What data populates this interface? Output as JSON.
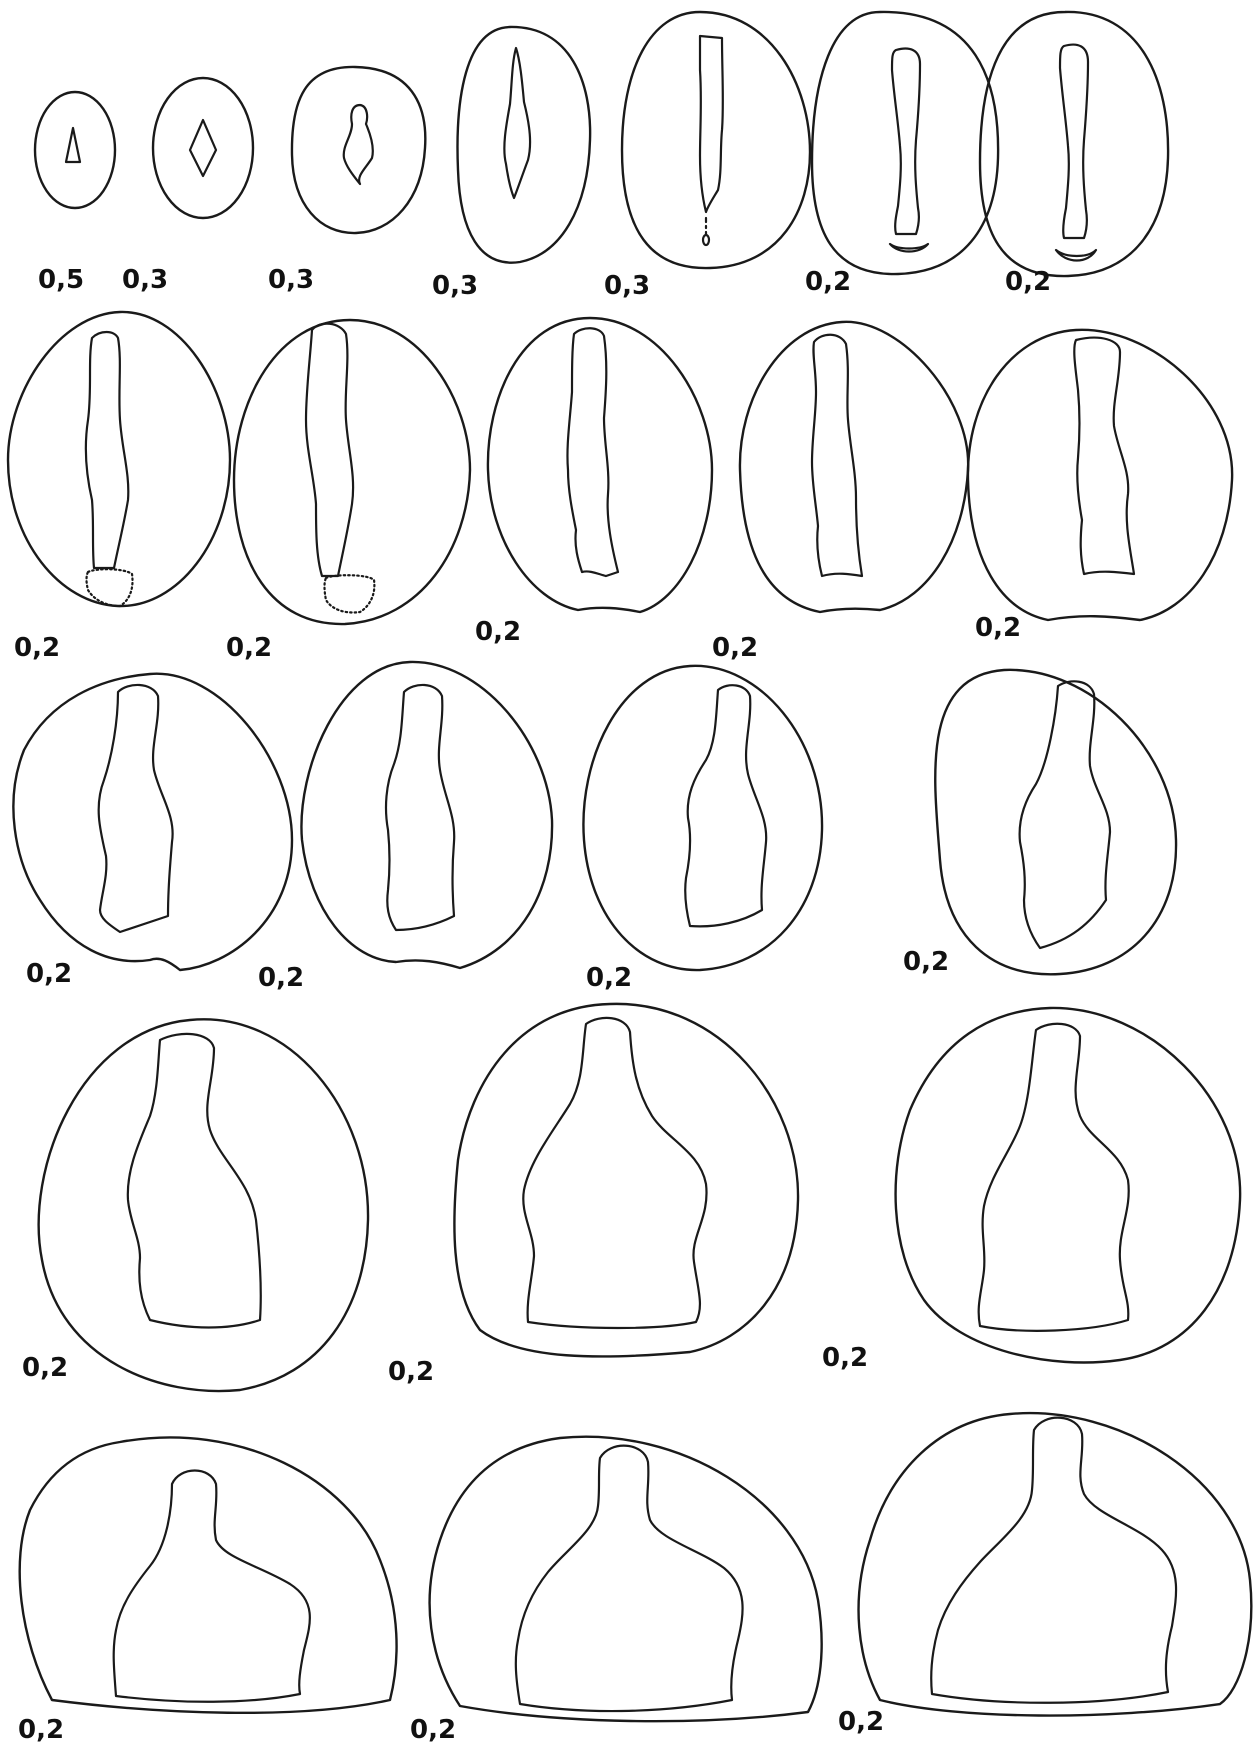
{
  "figure": {
    "sections": [
      {
        "label": "0,5"
      },
      {
        "label": "0,3"
      },
      {
        "label": "0,3"
      },
      {
        "label": "0,3"
      },
      {
        "label": "0,3"
      },
      {
        "label": "0,2"
      },
      {
        "label": "0,2"
      },
      {
        "label": "0,2"
      },
      {
        "label": "0,2"
      },
      {
        "label": "0,2"
      },
      {
        "label": "0,2"
      },
      {
        "label": "0,2"
      },
      {
        "label": "0,2"
      },
      {
        "label": "0,2"
      },
      {
        "label": "0,2"
      },
      {
        "label": "0,2"
      },
      {
        "label": "0,2"
      },
      {
        "label": "0,2"
      },
      {
        "label": "0,2"
      },
      {
        "label": "0,2"
      },
      {
        "label": "0,2"
      },
      {
        "label": "0,2"
      }
    ]
  }
}
